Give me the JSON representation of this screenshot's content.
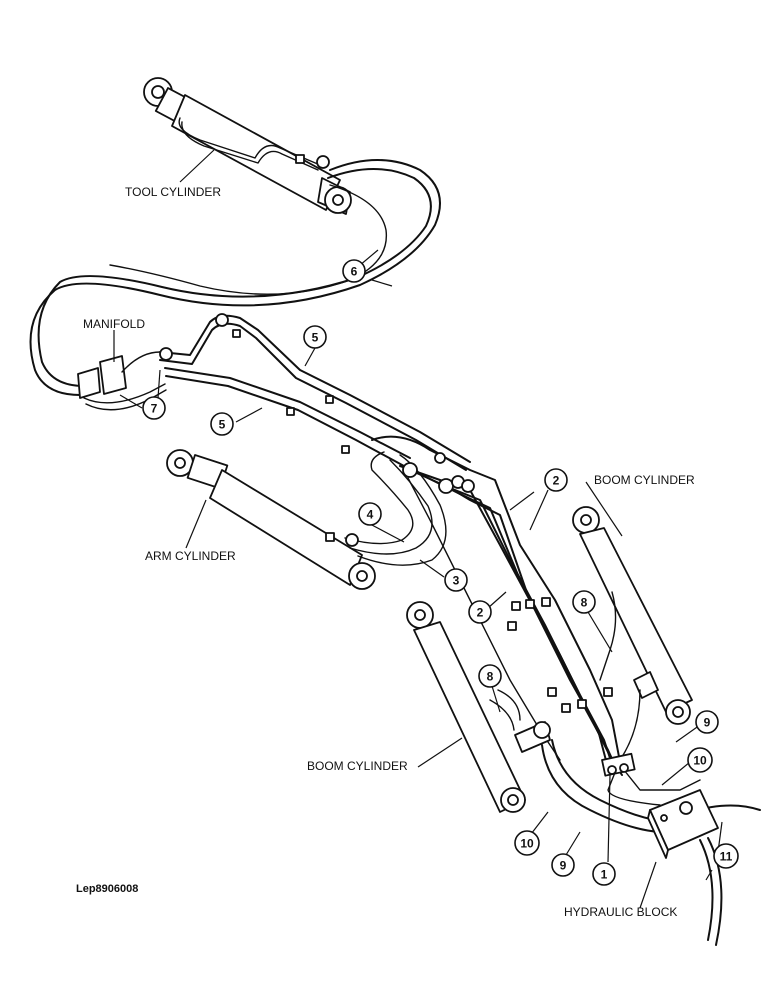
{
  "labels": {
    "tool_cylinder": "TOOL CYLINDER",
    "manifold": "MANIFOLD",
    "arm_cylinder": "ARM CYLINDER",
    "boom_cylinder_right": "BOOM CYLINDER",
    "boom_cylinder_left": "BOOM CYLINDER",
    "hydraulic_block": "HYDRAULIC BLOCK"
  },
  "reference_code": "Lep8906008",
  "callouts": {
    "c1": "1",
    "c2a": "2",
    "c2b": "2",
    "c3": "3",
    "c4": "4",
    "c5a": "5",
    "c5b": "5",
    "c6": "6",
    "c7": "7",
    "c8a": "8",
    "c8b": "8",
    "c9a": "9",
    "c9b": "9",
    "c10a": "10",
    "c10b": "10",
    "c11": "11"
  }
}
